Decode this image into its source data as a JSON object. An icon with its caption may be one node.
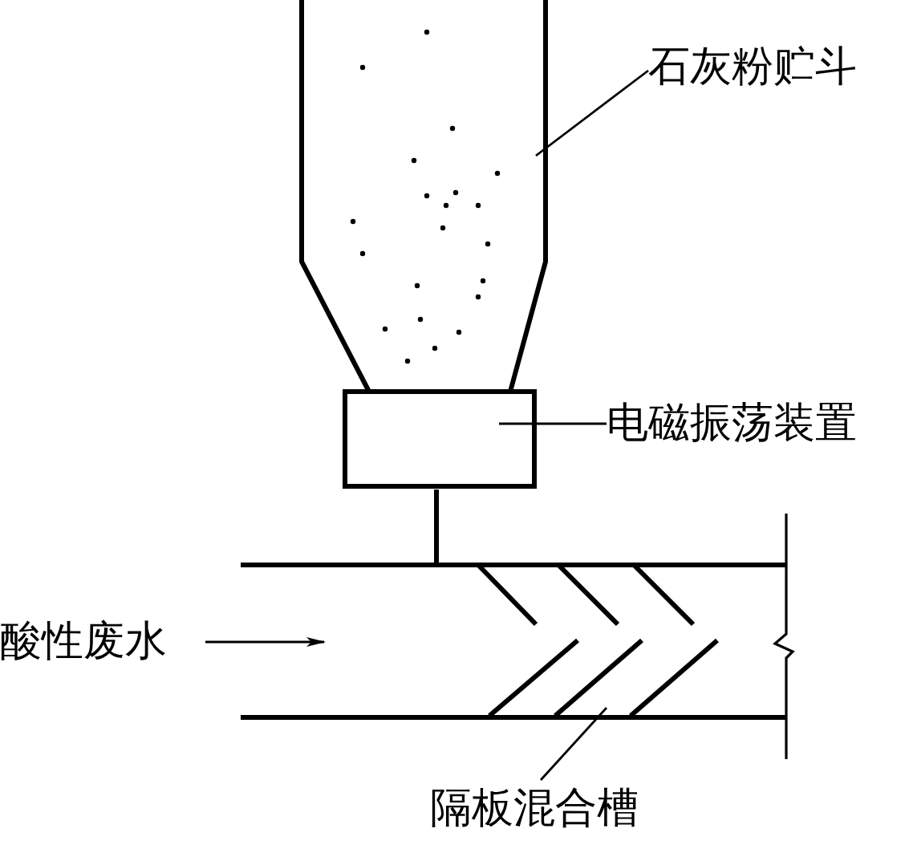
{
  "diagram": {
    "nodes": [
      {
        "text": [
          "石灰粉贮斗"
        ]
      },
      {
        "text": [],
        "shape": "hopper"
      },
      {
        "text": [
          "电磁振荡装置"
        ]
      },
      {
        "text": [],
        "shape": "box"
      },
      {
        "text": [
          "酸性废水"
        ]
      },
      {
        "text": [],
        "shape": "channel"
      },
      {
        "text": [
          "隔板混合槽"
        ]
      }
    ],
    "edges": [
      {
        "from": 0,
        "to": 1,
        "arrow": "none"
      },
      {
        "from": 2,
        "to": 3,
        "arrow": "none"
      },
      {
        "from": 3,
        "to": 5,
        "arrow": "none",
        "style": "thick"
      },
      {
        "from": 4,
        "to": 5,
        "arrow": "to"
      },
      {
        "from": 6,
        "to": 5,
        "arrow": "none"
      }
    ]
  }
}
